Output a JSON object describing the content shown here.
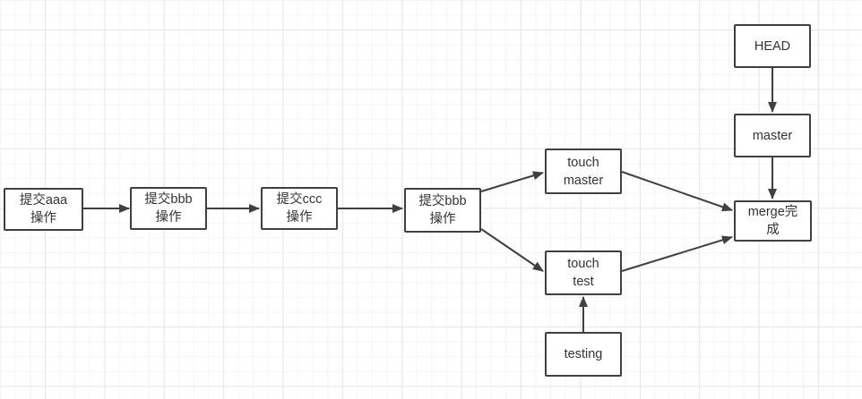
{
  "canvas": {
    "background_color": "#ffffff",
    "grid_minor_color": "#f4f4f4",
    "grid_major_color": "#e7e7e7"
  },
  "colors": {
    "shape_border": "#404040",
    "shape_fill": "#ffffff",
    "connector": "#404040",
    "text": "#333333"
  },
  "diagram": {
    "nodes": [
      {
        "id": "commit-aaa",
        "label": "提交aaa\n操作"
      },
      {
        "id": "commit-bbb-1",
        "label": "提交bbb\n操作"
      },
      {
        "id": "commit-ccc",
        "label": "提交ccc\n操作"
      },
      {
        "id": "commit-bbb-2",
        "label": "提交bbb\n操作"
      },
      {
        "id": "touch-master",
        "label": "touch\nmaster"
      },
      {
        "id": "touch-test",
        "label": "touch\ntest"
      },
      {
        "id": "testing",
        "label": "testing"
      },
      {
        "id": "head",
        "label": "HEAD"
      },
      {
        "id": "master",
        "label": "master"
      },
      {
        "id": "merge-done",
        "label": "merge完\n成"
      }
    ],
    "edges": [
      {
        "from": "commit-aaa",
        "to": "commit-bbb-1"
      },
      {
        "from": "commit-bbb-1",
        "to": "commit-ccc"
      },
      {
        "from": "commit-ccc",
        "to": "commit-bbb-2"
      },
      {
        "from": "commit-bbb-2",
        "to": "touch-master"
      },
      {
        "from": "commit-bbb-2",
        "to": "touch-test"
      },
      {
        "from": "touch-master",
        "to": "merge-done"
      },
      {
        "from": "touch-test",
        "to": "merge-done"
      },
      {
        "from": "head",
        "to": "master"
      },
      {
        "from": "master",
        "to": "merge-done"
      },
      {
        "from": "testing",
        "to": "touch-test"
      }
    ]
  }
}
